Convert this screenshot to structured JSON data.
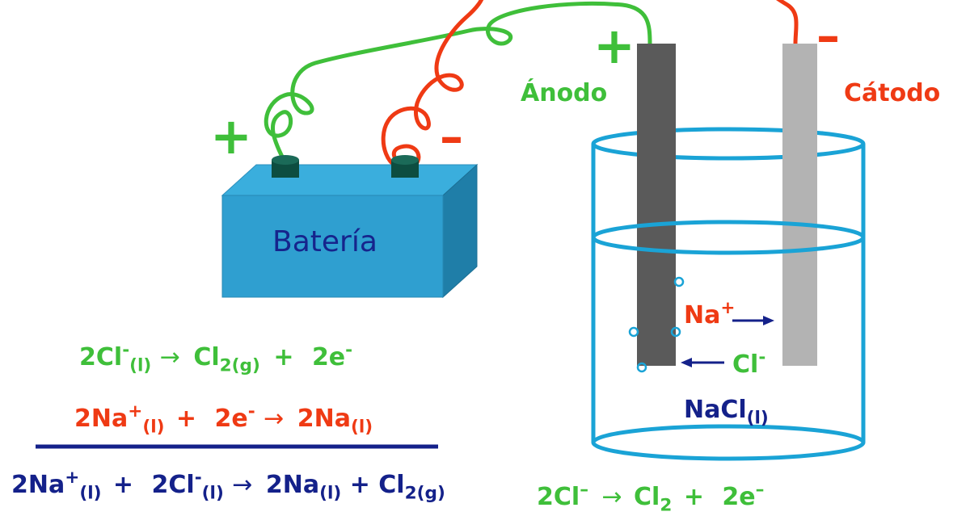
{
  "battery": {
    "label": "Batería",
    "plus_sign": "+",
    "minus_sign": "–"
  },
  "electrodes": {
    "anode_sign": "+",
    "anode_label": "Ánodo",
    "cathode_sign": "–",
    "cathode_label": "Cátodo"
  },
  "ions": {
    "na_symbol": "Na",
    "na_charge": "+",
    "cl_symbol": "Cl",
    "cl_charge": "-"
  },
  "electrolyte": {
    "formula": "NaCl",
    "state": "(l)"
  },
  "equations": {
    "anode": {
      "coef": "2Cl",
      "charge": "-",
      "state1": "(l)",
      "arrow": "→",
      "product": "Cl",
      "state2": "2(g)",
      "plus": "+",
      "electrons": "2e",
      "e_charge": "-"
    },
    "cathode": {
      "coef": "2Na",
      "charge": "+",
      "state1": "(l)",
      "plus": "+",
      "electrons": "2e",
      "e_charge": "-",
      "arrow": "→",
      "product": "2Na",
      "state2": "(l)"
    },
    "overall": {
      "na": "2Na",
      "na_charge": "+",
      "na_state": "(l)",
      "plus1": "+",
      "cl": "2Cl",
      "cl_charge": "-",
      "cl_state": "(l)",
      "arrow": "→",
      "product1": "2Na",
      "product1_state": "(l)",
      "plus2": "+",
      "product2": "Cl",
      "product2_state": "2(g)"
    },
    "bottom": {
      "reactant": "2Cl",
      "charge": "–",
      "arrow": "→",
      "product": "Cl",
      "subscript": "2",
      "plus": "+",
      "electrons": "2e",
      "e_charge": "–"
    }
  },
  "colors": {
    "green": "#3fbf3a",
    "red": "#ef3a14",
    "navy": "#14218a",
    "battery_front": "#2f9fd0",
    "battery_top": "#3aaedd",
    "battery_side": "#1f7ea8",
    "beaker": "#1aa3d6",
    "anode": "#5a5a5a",
    "cathode": "#b3b3b3"
  }
}
